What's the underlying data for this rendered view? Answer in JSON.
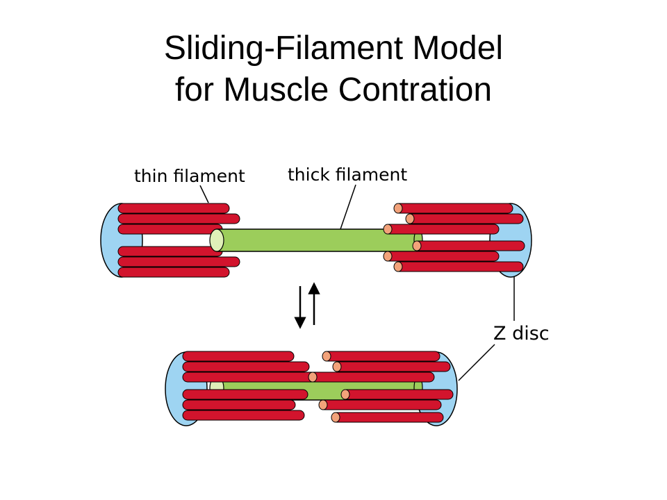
{
  "title": {
    "line1": "Sliding-Filament Model",
    "line2": "for Muscle Contration"
  },
  "labels": {
    "thin_filament": "thin filament",
    "thick_filament": "thick filament",
    "z_disc": "Z disc"
  },
  "colors": {
    "thin_filament": "#d2142d",
    "thin_filament_end": "#f2a27a",
    "thick_filament": "#9ccd5b",
    "z_disc": "#9ed4f2"
  },
  "states": [
    "relaxed",
    "contracted"
  ],
  "icons": [
    "up-down-arrows-icon"
  ]
}
